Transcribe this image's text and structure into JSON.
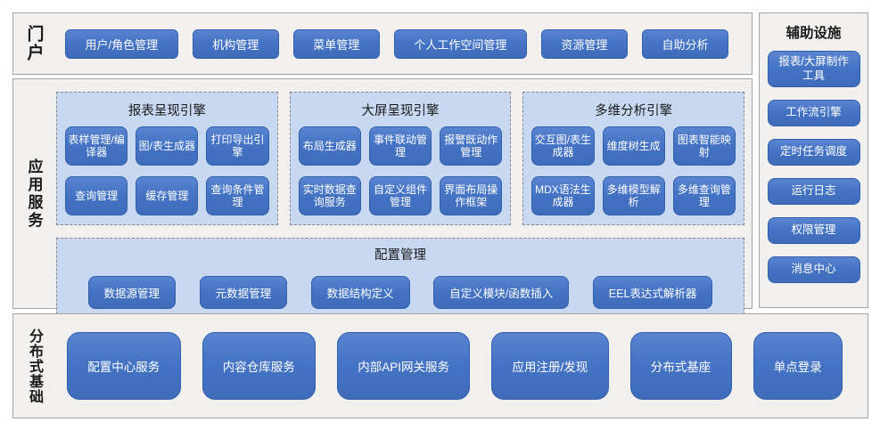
{
  "colors": {
    "node_fill": "#4574C5",
    "node_fill_light": "#5A84D0",
    "node_border": "#3060AC",
    "group_bg": "#C9D8F1",
    "panel_bg": "#F1F0EE",
    "panel_border": "#A6A6A6",
    "dashed_border": "#8A8A8A",
    "node_text": "#FFFFFF",
    "label_text": "#1A1A1A"
  },
  "portal": {
    "label": "门户",
    "buttons": [
      "用户/角色管理",
      "机构管理",
      "菜单管理",
      "个人工作空间管理",
      "资源管理",
      "自助分析"
    ]
  },
  "app_services": {
    "label": "应用服务",
    "engines": [
      {
        "title": "报表呈现引擎",
        "buttons": [
          "表样管理/编译器",
          "图/表生成器",
          "打印导出引擎",
          "查询管理",
          "缓存管理",
          "查询条件管理"
        ]
      },
      {
        "title": "大屏呈现引擎",
        "buttons": [
          "布局生成器",
          "事件联动管理",
          "报警既动作管理",
          "实时数据查询服务",
          "自定义组件管理",
          "界面布局操作框架"
        ]
      },
      {
        "title": "多维分析引擎",
        "buttons": [
          "交互图/表生成器",
          "维度树生成",
          "图表智能映射",
          "MDX语法生成器",
          "多维模型解析",
          "多维查询管理"
        ]
      }
    ],
    "config": {
      "title": "配置管理",
      "buttons": [
        "数据源管理",
        "元数据管理",
        "数据结构定义",
        "自定义模块/函数插入",
        "EEL表达式解析器"
      ]
    }
  },
  "aux": {
    "title": "辅助设施",
    "buttons": [
      "报表/大屏制作工具",
      "工作流引擎",
      "定时任务调度",
      "运行日志",
      "权限管理",
      "消息中心"
    ]
  },
  "foundation": {
    "label": "分布式基础",
    "buttons": [
      "配置中心服务",
      "内容仓库服务",
      "内部API网关服务",
      "应用注册/发现",
      "分布式基座",
      "单点登录"
    ]
  }
}
